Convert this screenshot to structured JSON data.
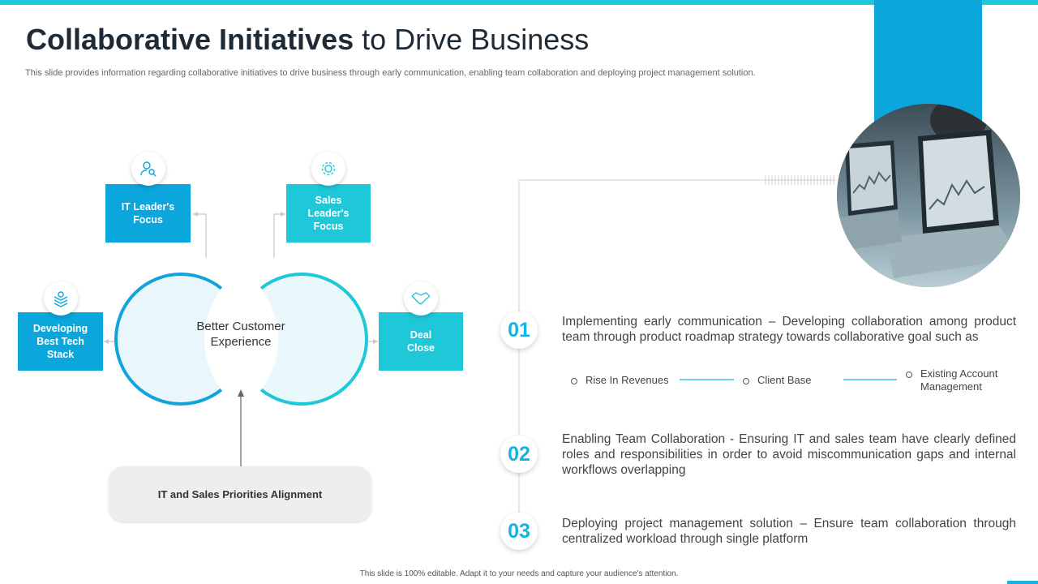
{
  "header": {
    "title_bold": "Collaborative Initiatives",
    "title_rest": "to Drive Business",
    "subtitle": "This slide provides information regarding collaborative initiatives to drive business through early communication, enabling team collaboration and deploying project management solution."
  },
  "diagram": {
    "center_label": "Better Customer Experience",
    "bottom_label": "IT and Sales Priorities Alignment",
    "boxes": [
      {
        "label": "IT Leader's Focus",
        "icon": "user-search-icon",
        "color": "#0aa6dc"
      },
      {
        "label": "Sales Leader's Focus",
        "icon": "gear-icon",
        "color": "#1ec8d8"
      },
      {
        "label": "Developing Best Tech Stack",
        "icon": "layers-icon",
        "color": "#0aa6dc"
      },
      {
        "label": "Deal Close",
        "icon": "handshake-icon",
        "color": "#1ec8d8"
      }
    ]
  },
  "points": [
    {
      "number": "01",
      "text": "Implementing early communication – Developing collaboration among product team through product roadmap strategy towards collaborative goal such as"
    },
    {
      "number": "02",
      "text": "Enabling Team Collaboration - Ensuring IT and sales team have clearly defined roles and responsibilities in order to avoid miscommunication gaps and internal workflows overlapping"
    },
    {
      "number": "03",
      "text": "Deploying project management solution – Ensure team collaboration through centralized workload through single platform"
    }
  ],
  "sub_bullets": [
    "Rise In Revenues",
    "Client Base",
    "Existing Account Management"
  ],
  "footer": "This slide is 100% editable. Adapt it to your needs and capture your audience's attention.",
  "colors": {
    "accent_blue": "#0aa6dc",
    "accent_cyan": "#1ec8d8",
    "number_blue": "#14b3e1"
  }
}
